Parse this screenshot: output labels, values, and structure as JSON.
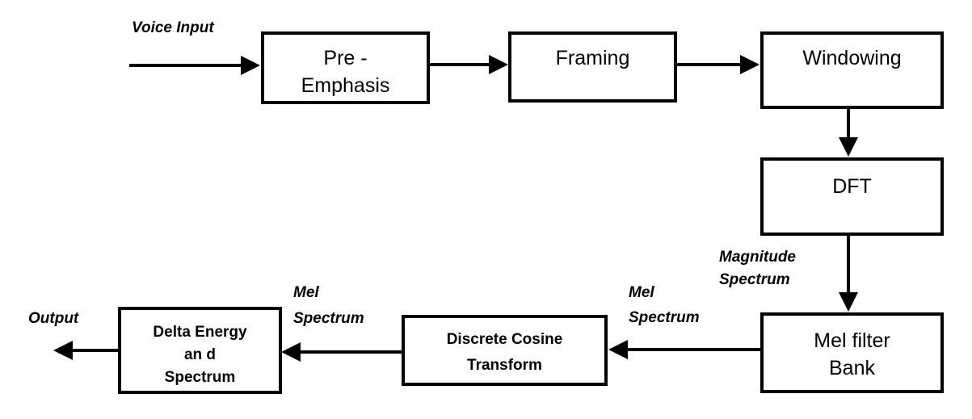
{
  "blocks": {
    "pre_emphasis": {
      "line1": "Pre -",
      "line2": "Emphasis"
    },
    "framing": {
      "line1": "Framing"
    },
    "windowing": {
      "line1": "Windowing"
    },
    "dft": {
      "line1": "DFT"
    },
    "mel_filter_bank": {
      "line1": "Mel filter",
      "line2": "Bank"
    },
    "dct": {
      "line1": "Discrete Cosine",
      "line2": "Transform"
    },
    "delta_energy": {
      "line1": "Delta Energy",
      "line2": "an d",
      "line3": "Spectrum"
    }
  },
  "labels": {
    "voice_input": "Voice Input",
    "magnitude_spectrum_1": "Magnitude",
    "magnitude_spectrum_2": "Spectrum",
    "mel_spectrum_right_1": "Mel",
    "mel_spectrum_right_2": "Spectrum",
    "mel_spectrum_left_1": "Mel",
    "mel_spectrum_left_2": "Spectrum",
    "output": "Output"
  }
}
